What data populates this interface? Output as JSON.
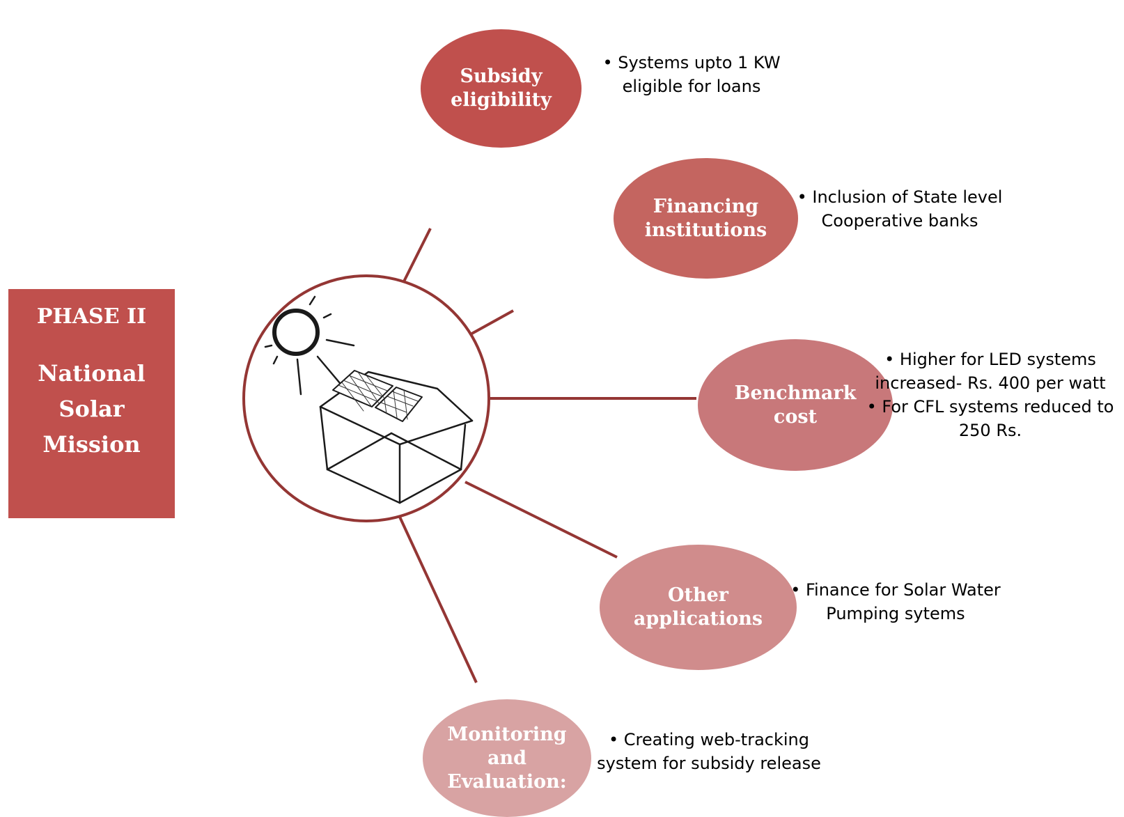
{
  "title_box": {
    "phase": "PHASE II",
    "mission": "National\nSolar\nMission"
  },
  "center_icon": "solar-panel-house-icon",
  "nodes": [
    {
      "label": "Subsidy\neligibility",
      "color": "#c0504d",
      "bullets": [
        "• Systems upto 1 KW",
        "eligible for loans"
      ]
    },
    {
      "label": "Financing\ninstitutions",
      "color": "#c46560",
      "bullets": [
        "•   Inclusion of State level",
        "Cooperative banks"
      ]
    },
    {
      "label": "Benchmark\ncost",
      "color": "#c8787a",
      "bullets": [
        "•  Higher for LED systems",
        "increased- Rs. 400 per watt",
        "• For CFL systems reduced to",
        "250 Rs."
      ]
    },
    {
      "label": "Other\napplications",
      "color": "#d08c8c",
      "bullets": [
        "• Finance for Solar Water",
        "Pumping sytems"
      ]
    },
    {
      "label": "Monitoring\nand\nEvaluation:",
      "color": "#d8a3a3",
      "bullets": [
        "• Creating web-tracking",
        "system for subsidy release"
      ]
    }
  ],
  "colors": {
    "connector": "#943634",
    "circle_outline": "#943634",
    "title_box": "#c0504d"
  }
}
